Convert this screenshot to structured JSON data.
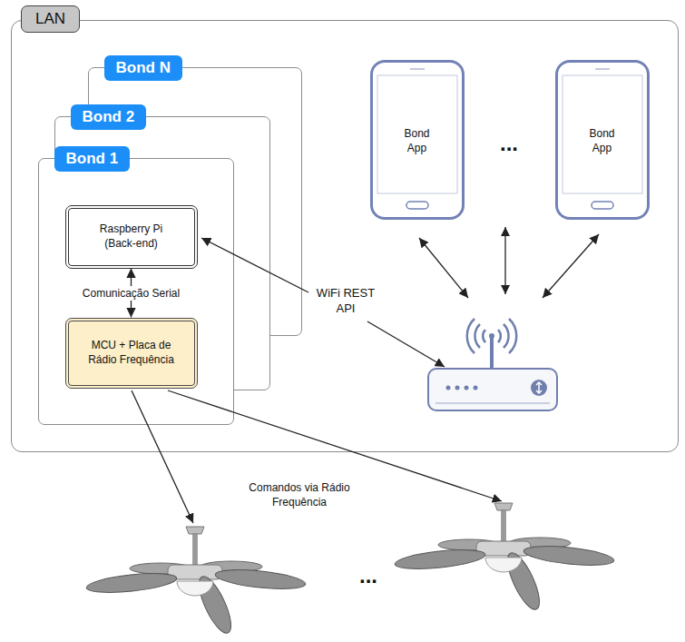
{
  "diagram": {
    "nodes": [
      {
        "text": [
          "LAN"
        ]
      },
      {
        "text": [
          "Bond N"
        ],
        "in": 0
      },
      {
        "text": [
          "Bond 2"
        ],
        "in": 0
      },
      {
        "text": [
          "Bond 1"
        ],
        "in": 0
      },
      {
        "text": [
          "Raspberry Pi (Back-end)"
        ],
        "in": 3
      },
      {
        "text": [
          "MCU + Placa de Rádio Frequência"
        ],
        "in": 3
      },
      {
        "text": [
          "Bond App"
        ],
        "in": 0
      },
      {
        "text": [
          "Bond App"
        ],
        "in": 0
      }
    ],
    "edges": [
      {
        "from": 4,
        "to": 5,
        "arrow": "both",
        "label": "Comunicação Serial"
      }
    ],
    "labels": [
      "WiFi REST API",
      "...",
      "...",
      "Comandos via Rádio Frequência"
    ]
  }
}
